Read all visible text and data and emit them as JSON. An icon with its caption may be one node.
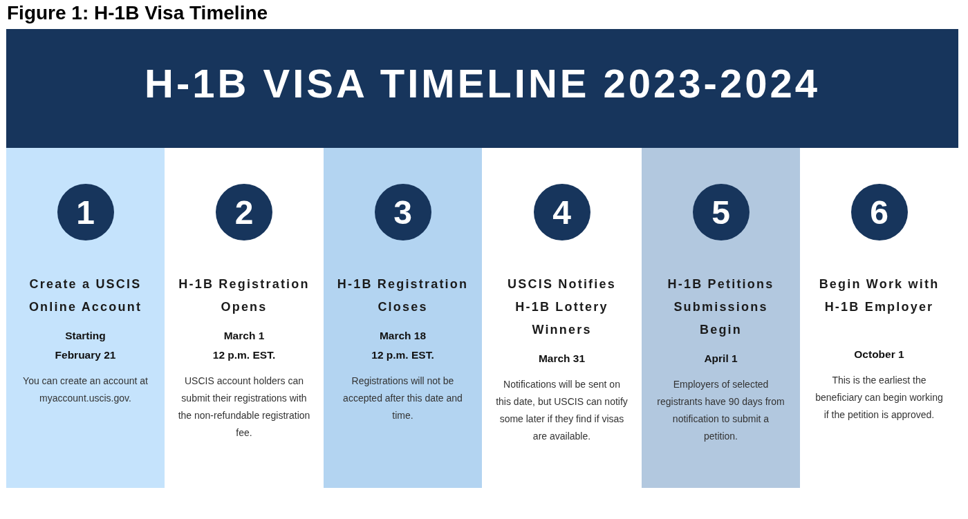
{
  "diagram": {
    "title": "Figure 1: H-1B Visa Timeline",
    "nodes": [
      {
        "text": [
          "H-1B VISA TIMELINE 2023-2024"
        ]
      },
      {
        "text": [
          "Create a USCIS Online Account",
          "Starting February 21",
          "You can create an account at myaccount.uscis.gov."
        ]
      },
      {
        "text": [
          "1"
        ],
        "in": 1
      },
      {
        "text": [
          "H-1B Registration Opens",
          "March 1",
          "12 p.m. EST.",
          "USCIS account holders can submit their registrations with the non-refundable registration fee."
        ]
      },
      {
        "text": [
          "2"
        ],
        "in": 3
      },
      {
        "text": [
          "H-1B Registration Closes",
          "March 18",
          "12 p.m. EST.",
          "Registrations will not be accepted after this date and time."
        ]
      },
      {
        "text": [
          "3"
        ],
        "in": 5
      },
      {
        "text": [
          "USCIS Notifies H-1B Lottery Winners",
          "March 31",
          "Notifications will be sent on this date, but USCIS can notify some later if they find if visas are available."
        ]
      },
      {
        "text": [
          "4"
        ],
        "in": 7
      },
      {
        "text": [
          "H-1B Petitions Submissions Begin",
          "April 1",
          "Employers of selected registrants have 90 days from notification to submit a petition."
        ]
      },
      {
        "text": [
          "5"
        ],
        "in": 9
      },
      {
        "text": [
          "Begin Work with H-1B Employer",
          "October 1",
          "This is the earliest the beneficiary can begin working if the petition is approved."
        ]
      },
      {
        "text": [
          "6"
        ],
        "in": 11
      }
    ]
  }
}
